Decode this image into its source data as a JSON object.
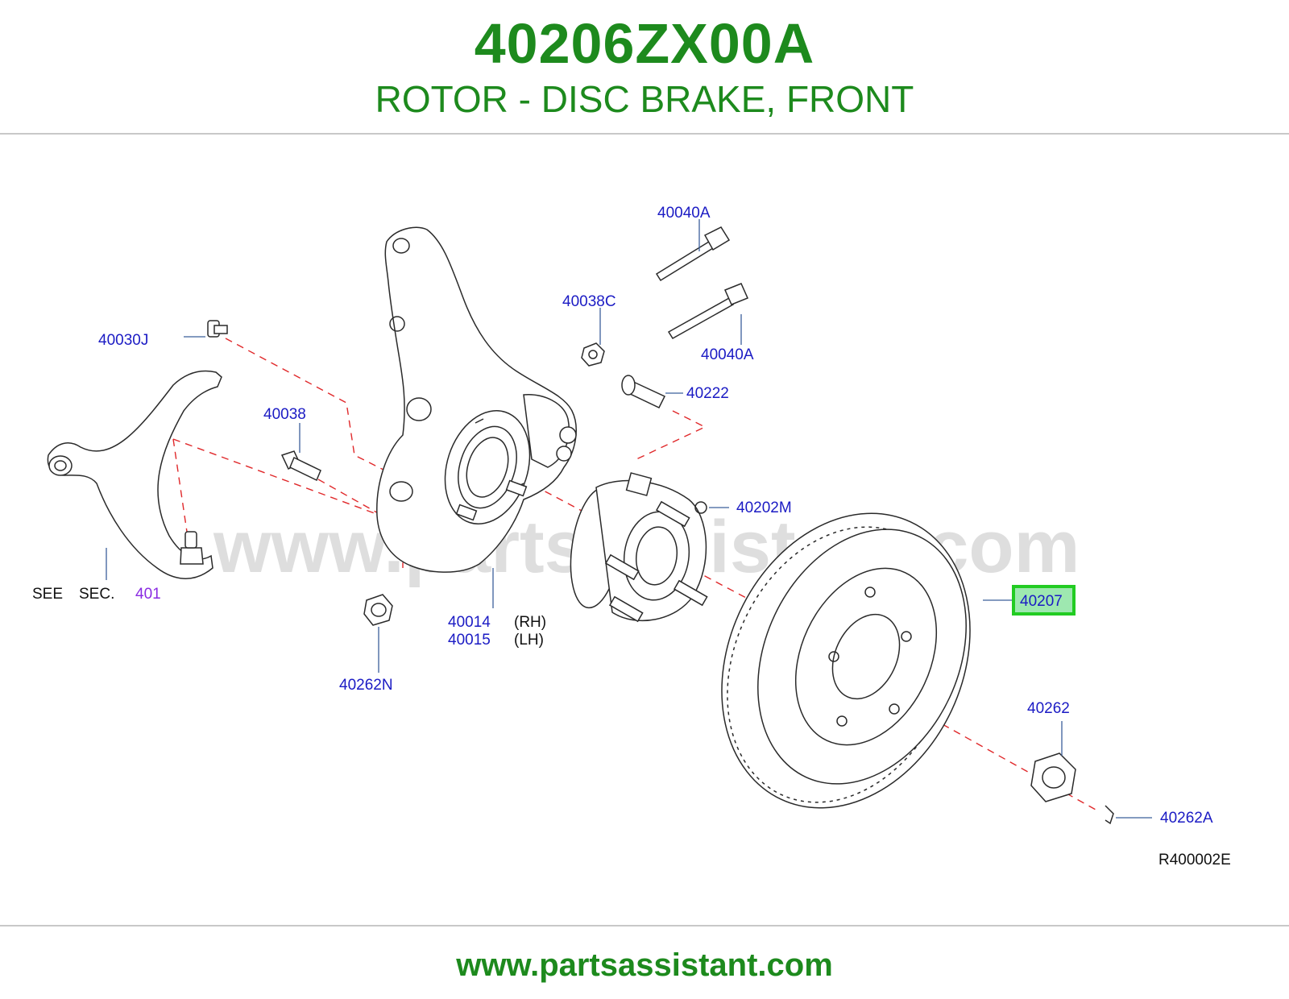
{
  "header": {
    "part_number": "40206ZX00A",
    "part_name": "ROTOR - DISC BRAKE, FRONT"
  },
  "watermark": "www.partsassistant.com",
  "callouts": {
    "c40040A_top": "40040A",
    "c40040A_bottom": "40040A",
    "c40038C": "40038C",
    "c40030J": "40030J",
    "c40222": "40222",
    "c40038": "40038",
    "c40202M": "40202M",
    "c40207": "40207",
    "c40014": "40014",
    "c40015": "40015",
    "rh": "(RH)",
    "lh": "(LH)",
    "c40262N": "40262N",
    "c40262": "40262",
    "c40262A": "40262A"
  },
  "see_section": {
    "see": "SEE",
    "sec": "SEC.",
    "number": "401"
  },
  "diagram_ref": "R400002E",
  "highlighted_part": "40207",
  "footer": {
    "url": "www.partsassistant.com"
  },
  "colors": {
    "brand_green": "#1d8a1d",
    "callout_blue": "#1b1bc4",
    "highlight_green": "#22cc22",
    "dashed_red": "#e0282a",
    "section_purple": "#8a2be2"
  }
}
